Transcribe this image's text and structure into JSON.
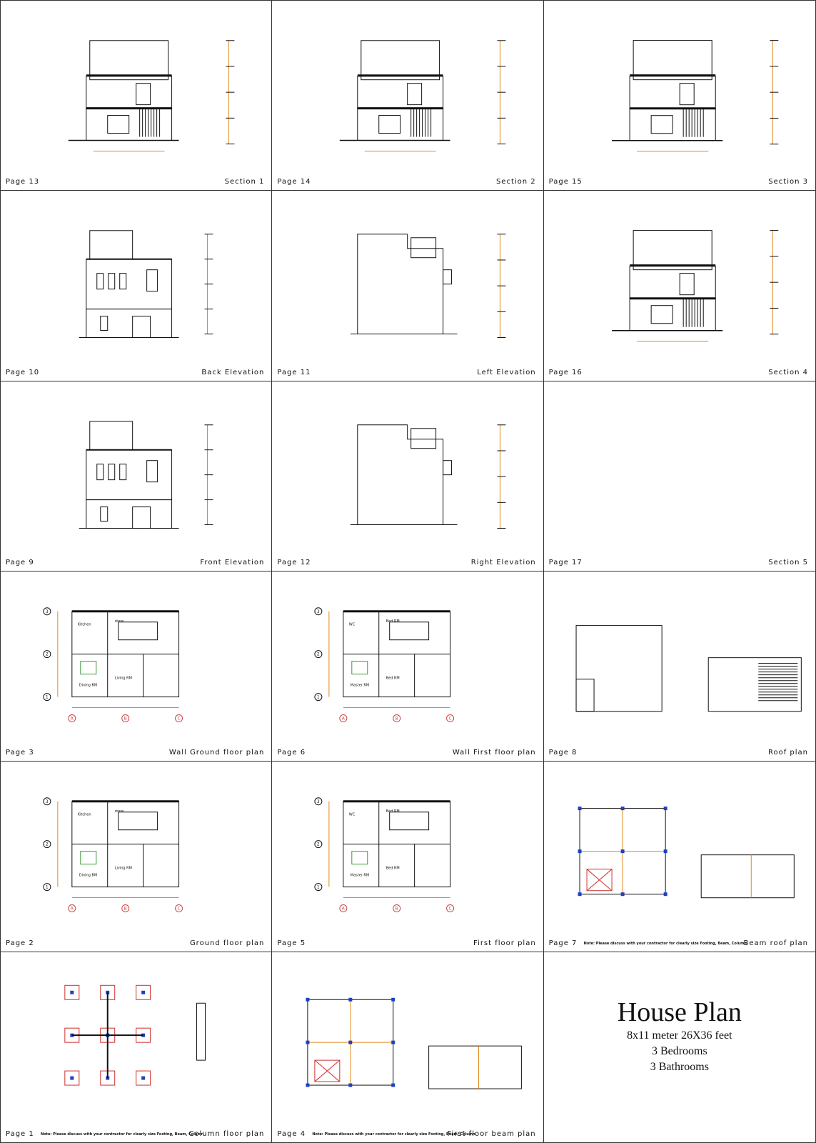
{
  "note": "Note: Please discuss with your contractor for clearly size Footing, Beam, Column",
  "colors": {
    "line": "#111111",
    "dimension": "#e08a1e",
    "grid_bubble": "#d04040",
    "furniture": "#3a9a3a",
    "column": "#2040c0",
    "beam_cross": "#d03030"
  },
  "panels": [
    {
      "page": "Page 13",
      "title": "Section 1",
      "kind": "section"
    },
    {
      "page": "Page 14",
      "title": "Section 2",
      "kind": "section"
    },
    {
      "page": "Page 15",
      "title": "Section 3",
      "kind": "section"
    },
    {
      "page": "Page 10",
      "title": "Back Elevation",
      "kind": "elevation"
    },
    {
      "page": "Page 11",
      "title": "Left Elevation",
      "kind": "side"
    },
    {
      "page": "Page 16",
      "title": "Section 4",
      "kind": "section"
    },
    {
      "page": "Page 9",
      "title": "Front Elevation",
      "kind": "elevation"
    },
    {
      "page": "Page 12",
      "title": "Right Elevation",
      "kind": "side"
    },
    {
      "page": "Page 17",
      "title": "Section 5",
      "kind": "none"
    },
    {
      "page": "Page 3",
      "title": "Wall Ground floor plan",
      "kind": "plan",
      "rooms": [
        "Kitchen",
        "store",
        "Dining RM",
        "Living RM"
      ]
    },
    {
      "page": "Page 6",
      "title": "Wall First floor plan",
      "kind": "plan",
      "rooms": [
        "WC",
        "Bed RM",
        "Master RM",
        "Bed RM"
      ]
    },
    {
      "page": "Page 8",
      "title": "Roof plan",
      "kind": "roof"
    },
    {
      "page": "Page 2",
      "title": "Ground floor plan",
      "kind": "plan",
      "rooms": [
        "Kitchen",
        "store",
        "Dining RM",
        "Living RM"
      ]
    },
    {
      "page": "Page 5",
      "title": "First floor plan",
      "kind": "plan",
      "rooms": [
        "WC",
        "Bed RM",
        "Master RM",
        "Bed RM"
      ]
    },
    {
      "page": "Page 7",
      "title": "Beam roof plan",
      "kind": "beam",
      "note": true
    },
    {
      "page": "Page 1",
      "title": "Column floor plan",
      "kind": "column",
      "note": true
    },
    {
      "page": "Page 4",
      "title": "First floor beam plan",
      "kind": "beam",
      "note": true
    },
    {
      "kind": "cover"
    }
  ],
  "cover": {
    "title": "House Plan",
    "size": "8x11 meter 26X36 feet",
    "bedrooms": "3 Bedrooms",
    "bathrooms": "3 Bathrooms"
  },
  "grid_axes": {
    "letters": [
      "A",
      "B",
      "C"
    ],
    "numbers": [
      "1",
      "2",
      "3"
    ]
  }
}
